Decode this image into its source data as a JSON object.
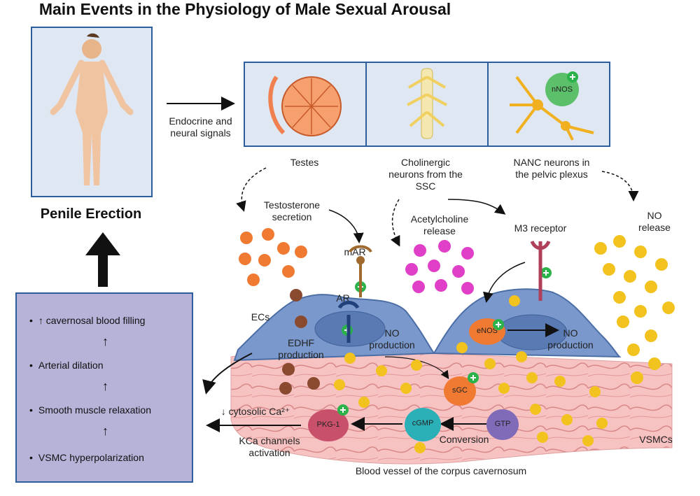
{
  "title": "Main Events in the Physiology of Male Sexual Arousal",
  "penile_erection": "Penile Erection",
  "signals_label": "Endocrine and neural signals",
  "sources": {
    "testes": "Testes",
    "cholinergic": "Cholinergic neurons from the SSC",
    "nanc": "NANC neurons in the pelvic plexus"
  },
  "process": {
    "testosterone": "Testosterone secretion",
    "acetylcholine": "Acetylcholine release",
    "m3": "M3 receptor",
    "no_release": "NO release",
    "mar": "mAR",
    "ar": "AR",
    "ecs": "ECs",
    "edhf": "EDHF production",
    "no_production_left": "NO production",
    "no_production_right": "NO production",
    "calcium": "↓ cytosolic Ca²⁺",
    "kca": "KCa channels activation",
    "conversion": "Conversion",
    "vsmcs": "VSMCs",
    "vessel": "Blood vessel of the corpus cavernosum"
  },
  "molecules": {
    "nnos": "nNOS",
    "enos": "eNOS",
    "sgc": "sGC",
    "pkg": "PKG-1",
    "cgmp": "cGMP",
    "gtp": "GTP"
  },
  "summary_steps": [
    "↑ cavernosal blood filling",
    "Arterial dilation",
    "Smooth muscle relaxation",
    "VSMC hyperpolarization"
  ],
  "summary_arrow": "↑",
  "colors": {
    "panel_border": "#2c5d9c",
    "panel_fill": "#dfe7f2",
    "summary_fill": "#b6b2d8",
    "testosterone": "#f07a32",
    "acetylcholine": "#e040c8",
    "nitric_oxide": "#f0c020",
    "edhf": "#8a4a30",
    "cell": "#6f8fc4",
    "muscle": "#f4b8b8",
    "plus_badge": "#2bb24a"
  }
}
